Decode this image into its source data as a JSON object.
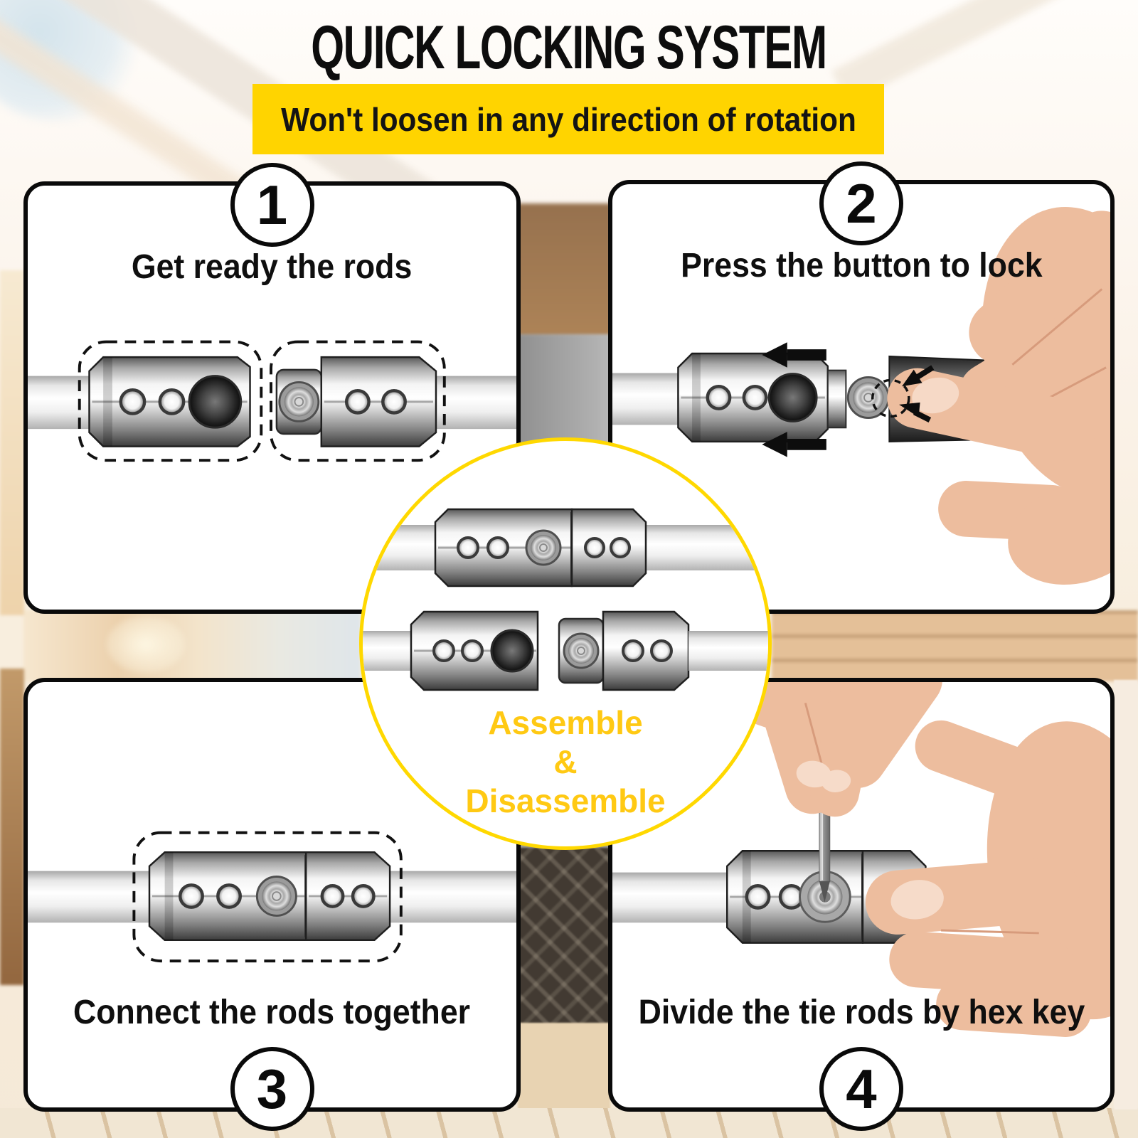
{
  "title": "QUICK LOCKING SYSTEM",
  "banner": {
    "text": "Won't loosen in any direction of rotation"
  },
  "steps": [
    {
      "number": "1",
      "label": "Get ready the rods"
    },
    {
      "number": "2",
      "label": "Press the button to lock"
    },
    {
      "number": "3",
      "label": "Connect the rods together"
    },
    {
      "number": "4",
      "label": "Divide the tie rods by hex key"
    }
  ],
  "center_badge": {
    "lines": [
      "Assemble",
      "&",
      "Disassemble"
    ]
  },
  "colors": {
    "banner_bg": "#FFD400",
    "accent_yellow": "#FFC913",
    "circle_border": "#FFD800",
    "text": "#0D0D0D",
    "panel_border": "#0A0A0A",
    "skin": "#EDBD9E"
  }
}
